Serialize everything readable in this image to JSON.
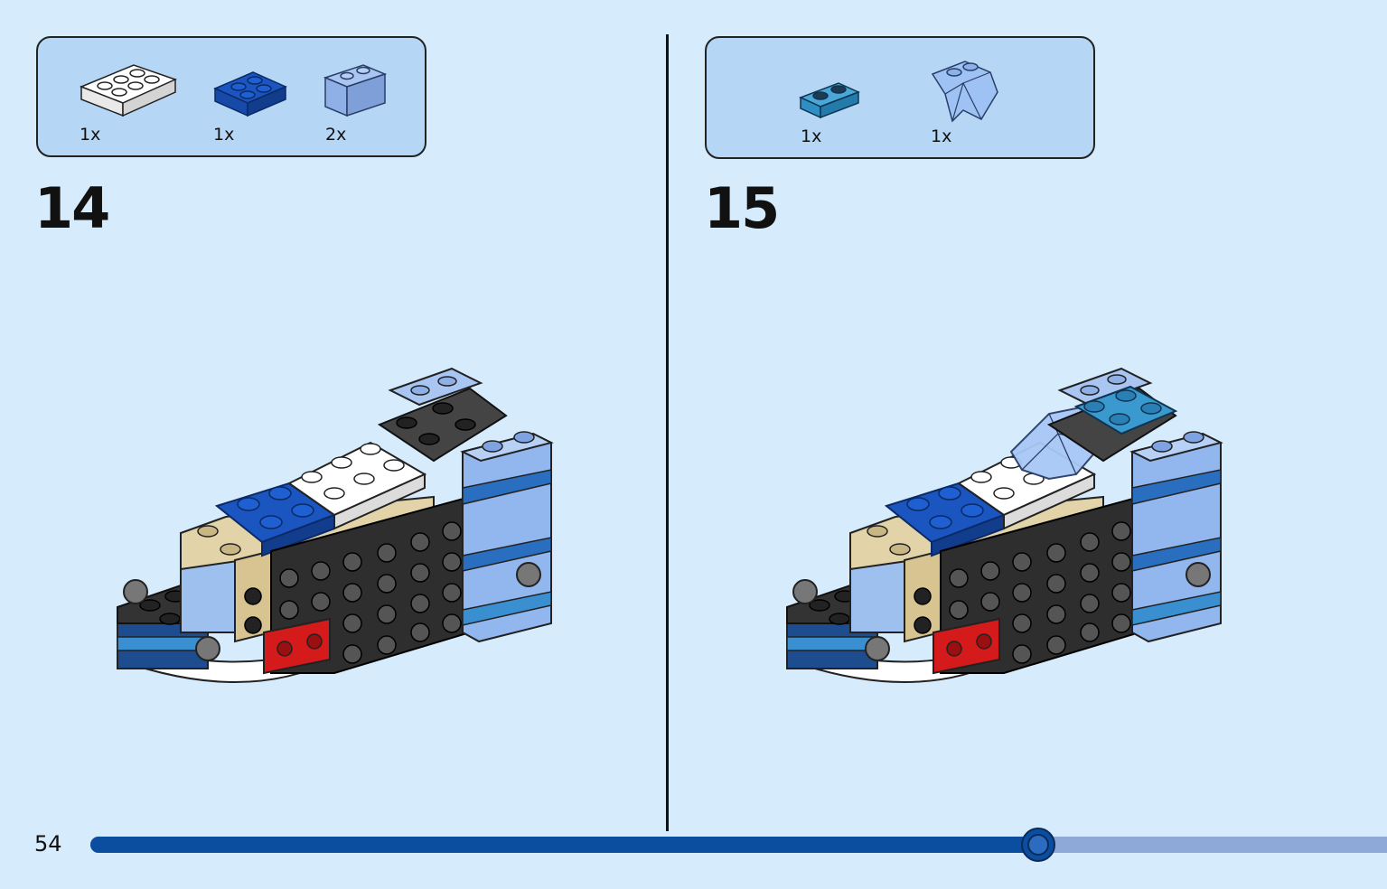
{
  "page": {
    "number": "54",
    "progress": 0.73
  },
  "steps": [
    {
      "number": "14",
      "parts": [
        {
          "qty": "1x",
          "icon": "white-plate-2x3-icon",
          "color": "#ffffff"
        },
        {
          "qty": "1x",
          "icon": "blue-plate-2x2-icon",
          "color": "#1a55c0"
        },
        {
          "qty": "2x",
          "icon": "light-blue-brick-1x2-icon",
          "color": "#8fb4ee"
        }
      ]
    },
    {
      "number": "15",
      "parts": [
        {
          "qty": "1x",
          "icon": "azure-plate-1x2-icon",
          "color": "#3399cc"
        },
        {
          "qty": "1x",
          "icon": "trans-blue-crystal-icon",
          "color": "#9fc2f5"
        }
      ]
    }
  ],
  "colors": {
    "background": "#d6ebfb",
    "parts_box": "#b5d6f5",
    "progress_fill": "#0b4e9f",
    "progress_track": "#8ea9d8"
  }
}
